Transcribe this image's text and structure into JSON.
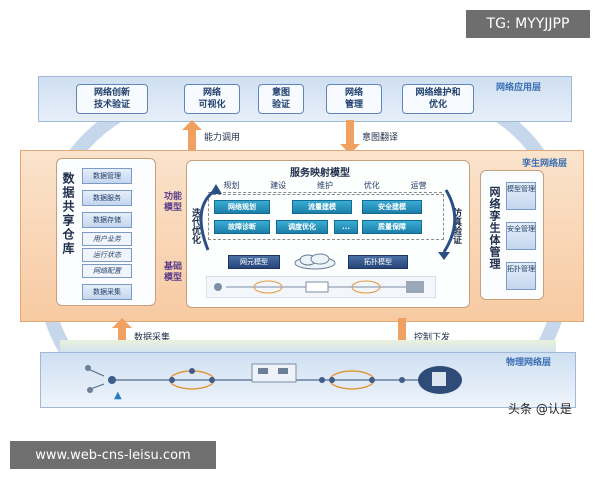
{
  "watermark_top": "TG: MYYJJPP",
  "watermark_bottom": "www.web-cns-leisu.com",
  "watermark_attribution": "头条 @认是",
  "app_layer": {
    "title": "网络应用层",
    "boxes": [
      "网络创新\n技术验证",
      "网络\n可视化",
      "意图\n验证",
      "网络\n管理",
      "网络维护和\n优化"
    ]
  },
  "arrows": {
    "capability_call": "能力调用",
    "intent_translate": "意图翻译",
    "data_collect": "数据采集",
    "control_issue": "控制下发"
  },
  "twin_layer": {
    "title": "孪生网络层",
    "repo_title": "数据共享仓库",
    "repo_items": [
      "数据管理",
      "数据服务",
      "数据存储",
      "用户业务",
      "运行状态",
      "网络配置",
      "数据采集"
    ],
    "function_model": "功能模型",
    "base_model": "基础模型",
    "iterate": "迭代优化",
    "simulate": "仿真验证",
    "service_title": "服务映射模型",
    "phases": [
      "规划",
      "建设",
      "维护",
      "优化",
      "运营"
    ],
    "tools_row1": [
      "网络规划",
      "流量建模",
      "安全建模"
    ],
    "tools_row2": [
      "故障诊断",
      "调度优化",
      "...",
      "质量保障"
    ],
    "base_items": [
      "网元模型",
      "拓扑模型"
    ],
    "mgmt_title": "网络孪生体管理",
    "mgmt_items": [
      "模型管理",
      "安全管理",
      "拓扑管理"
    ]
  },
  "phys_layer": {
    "title": "物理网络层"
  },
  "colors": {
    "app_blue": "#3a6fb4",
    "twin_orange": "#f7caa2",
    "teal": "#1b7ea8",
    "arrow_orange": "#f0a060"
  }
}
